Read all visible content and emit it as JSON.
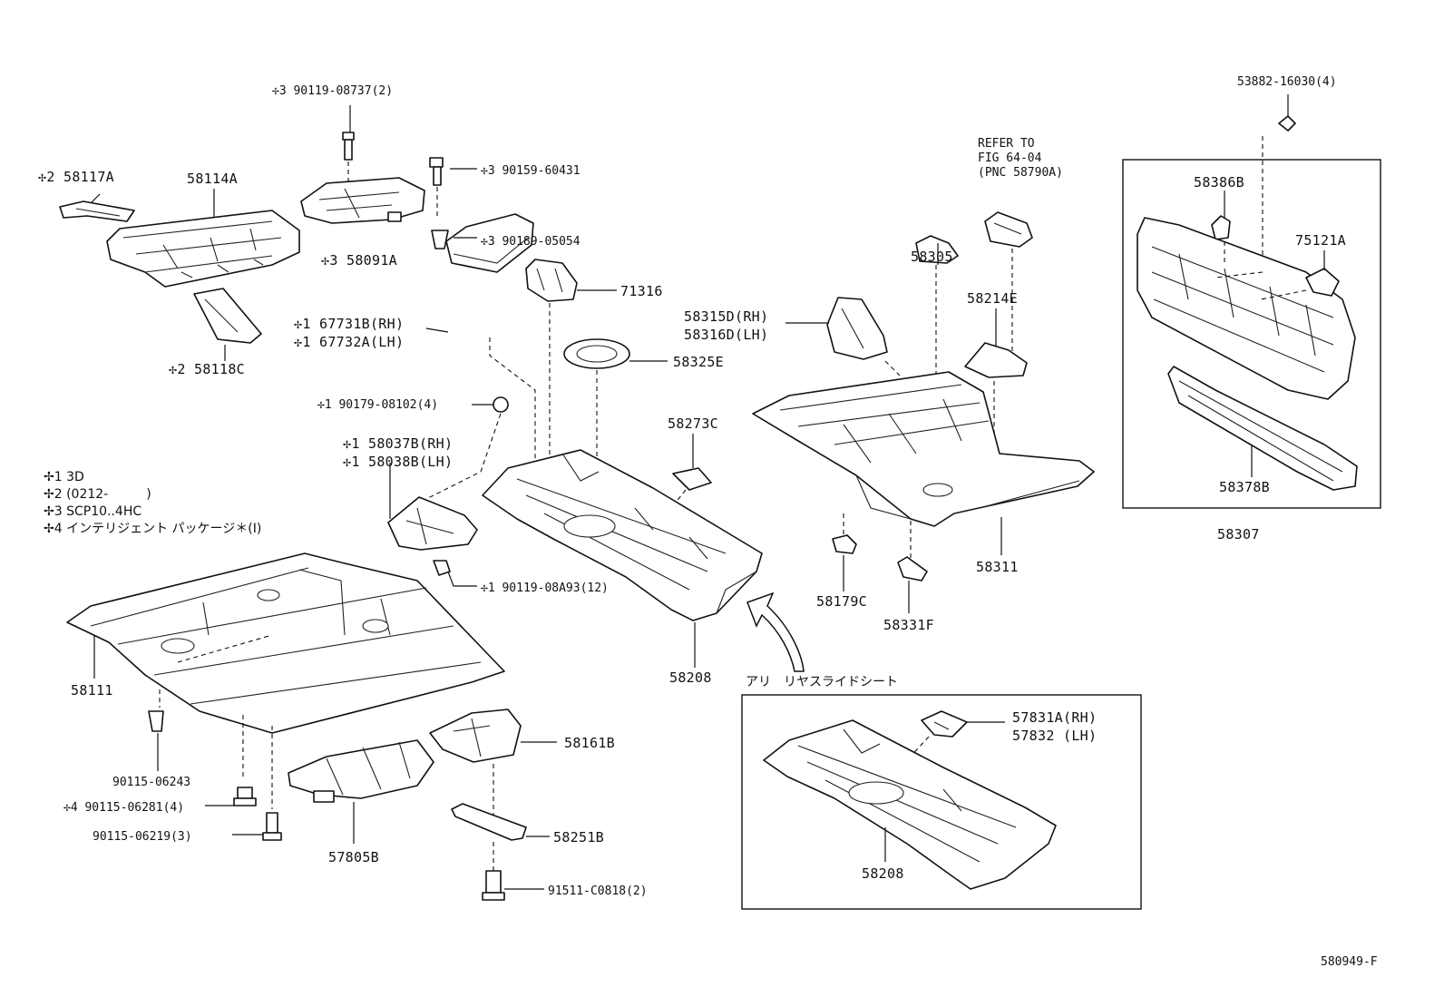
{
  "diagram_id": "580949-F",
  "notes": [
    "✢1 3D",
    "✢2 (0212-　　　)",
    "✢3 SCP10..4HC",
    "✢4 インテリジェント パッケージ＊(I)"
  ],
  "refer_note": [
    "REFER TO",
    "FIG 64-04",
    "(PNC 58790A)"
  ],
  "option_title": "アリ　リヤスライドシート",
  "labels": {
    "p58117A": "✢2 58117A",
    "p58114A": "58114A",
    "p58118C": "✢2 58118C",
    "p90119_08737": "✢3 90119-08737(2)",
    "p90159_60431": "✢3 90159-60431",
    "p90189_05054": "✢3 90189-05054",
    "p58091A": "✢3 58091A",
    "p71316": "71316",
    "p67731B": "✢1 67731B(RH)",
    "p67732A": "✢1 67732A(LH)",
    "p58325E": "58325E",
    "p90179_08102": "✢1 90179-08102(4)",
    "p58037B": "✢1 58037B(RH)",
    "p58038B": "✢1 58038B(LH)",
    "p58273C": "58273C",
    "p90119_08A93": "✢1 90119-08A93(12)",
    "p58208": "58208",
    "p58111": "58111",
    "p90115_06243": "90115-06243",
    "p90115_06281": "✢4 90115-06281(4)",
    "p90115_06219": "90115-06219(3)",
    "p57805B": "57805B",
    "p58161B": "58161B",
    "p58251B": "58251B",
    "p91511_C0818": "91511-C0818(2)",
    "p58305": "58305",
    "p58315D": "58315D(RH)",
    "p58316D": "58316D(LH)",
    "p58214E": "58214E",
    "p58179C": "58179C",
    "p58331F": "58331F",
    "p58311": "58311",
    "p53882_16030": "53882-16030(4)",
    "p58386B": "58386B",
    "p75121A": "75121A",
    "p58378B": "58378B",
    "p58307": "58307",
    "p57831A": "57831A(RH)",
    "p57832": "57832 (LH)",
    "p58208_alt": "58208"
  }
}
